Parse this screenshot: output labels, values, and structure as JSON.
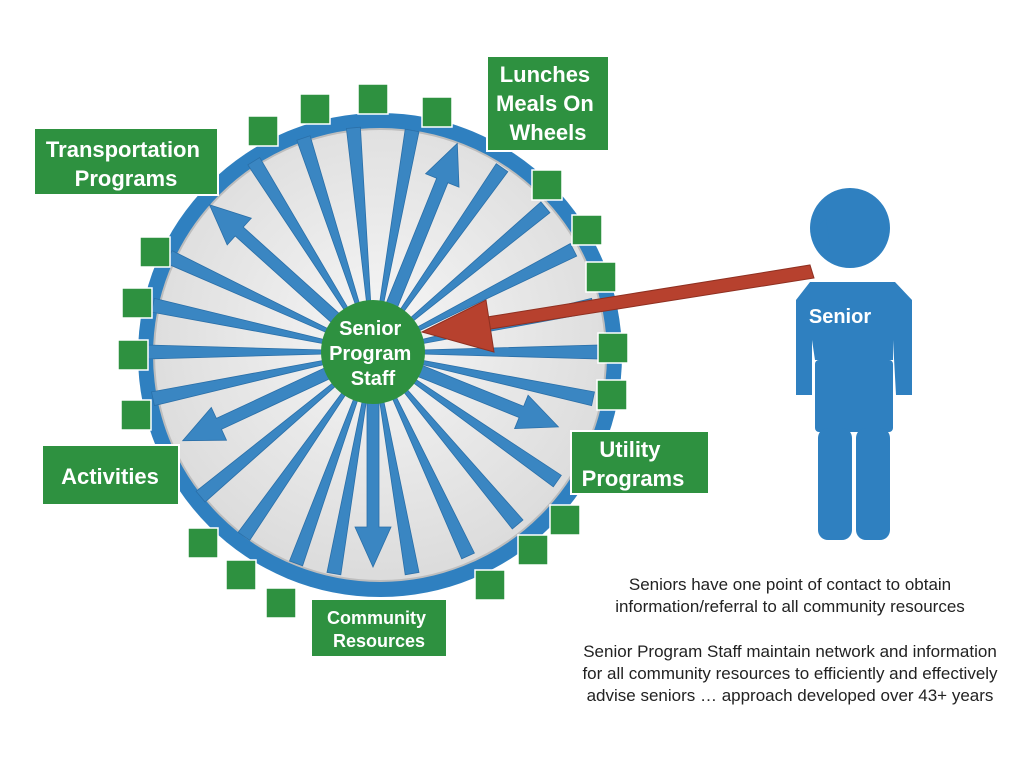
{
  "colors": {
    "ring": "#2f80c0",
    "spokes": "#3a86c2",
    "wheel_fill": "#e6e6e6",
    "hub": "#2e9140",
    "label_box": "#2e9140",
    "small_square": "#2e9140",
    "red_arrow": "#b7412e",
    "person": "#2f80c0"
  },
  "hub": {
    "lines": [
      "Senior",
      "Program",
      "Staff"
    ]
  },
  "person": {
    "label": "Senior"
  },
  "labels": {
    "transportation": [
      "Transportation",
      "Programs"
    ],
    "lunches": [
      "Lunches",
      "Meals On",
      "Wheels"
    ],
    "activities": [
      "Activities"
    ],
    "utility": [
      "Utility",
      "Programs"
    ],
    "community": [
      "Community",
      "Resources"
    ]
  },
  "captions": {
    "contact": [
      "Seniors have one point of contact to obtain",
      "information/referral to all community resources"
    ],
    "network": [
      "Senior Program Staff maintain network and information",
      "for all community resources to efficiently and effectively",
      "advise seniors … approach developed over 43+ years"
    ]
  }
}
